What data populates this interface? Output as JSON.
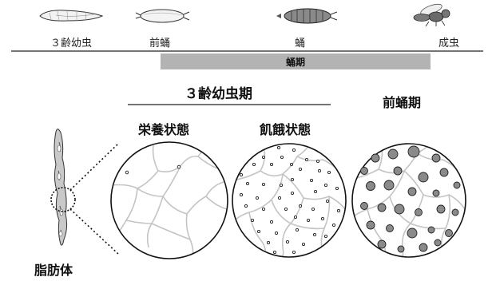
{
  "stages": {
    "larva3": "３齢幼虫",
    "prepupa": "前蛹",
    "pupa": "蛹",
    "adult": "成虫"
  },
  "period_bar": {
    "label": "蛹期",
    "color": "#b3b3b3"
  },
  "periods": {
    "larva3_period": "３齢幼虫期",
    "prepupa_period": "前蛹期"
  },
  "conditions": {
    "fed": "栄養状態",
    "starved": "飢餓状態"
  },
  "tissue_label": "脂肪体",
  "colors": {
    "cell_border": "#c4c4c4",
    "outline": "#111111",
    "lipid_droplet_fill": "#8a8a8a",
    "fat_body_fill": "#c9c9c9"
  }
}
